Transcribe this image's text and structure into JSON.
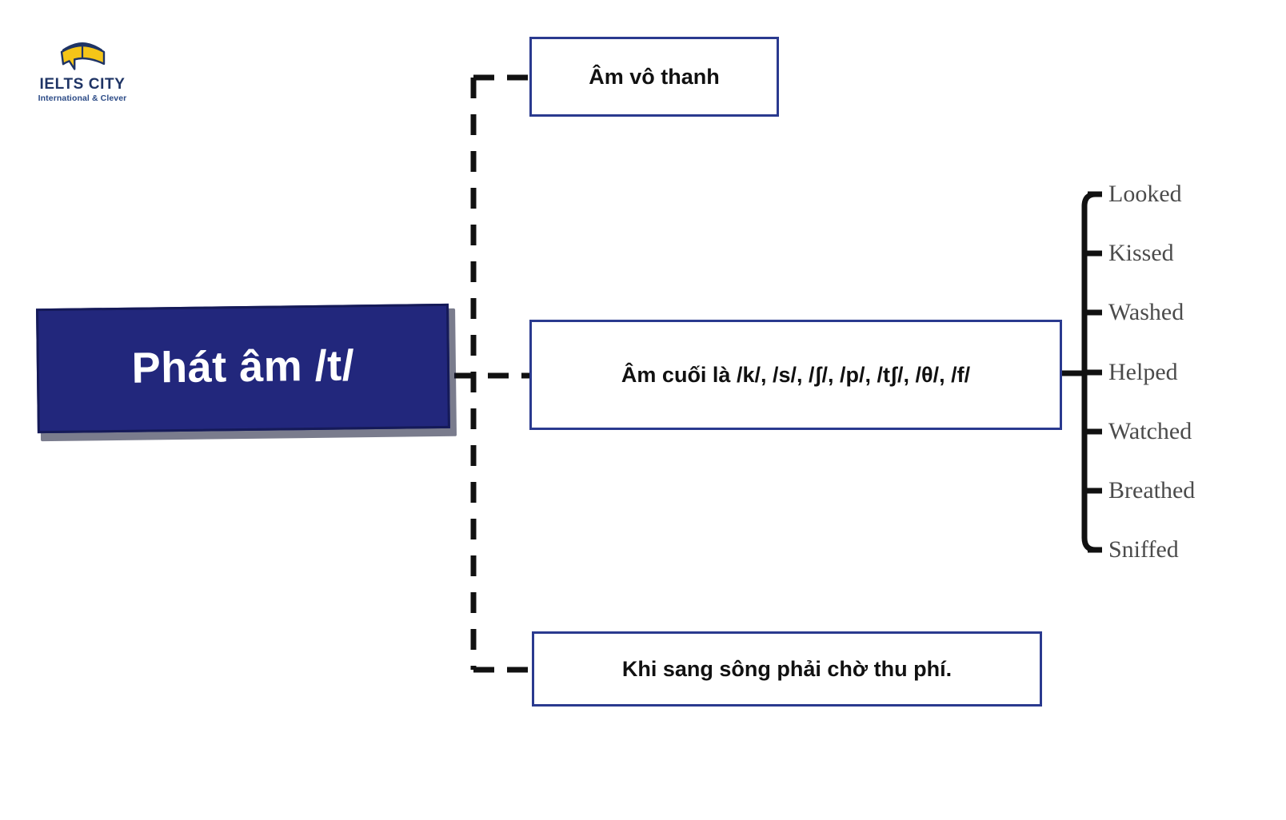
{
  "brand": {
    "name": "IELTS CITY",
    "tagline": "International & Clever",
    "icon": "book-speech-bubble-icon",
    "navy": "#1f3465",
    "yellow": "#f5c518"
  },
  "mindmap": {
    "root": {
      "label": "Phát âm /t/",
      "fill": "#22277c",
      "text_color": "#ffffff"
    },
    "branches": [
      {
        "id": "voiceless",
        "label": "Âm vô thanh"
      },
      {
        "id": "endings",
        "label": "Âm cuối là /k/, /s/, /ʃ/, /p/, /tʃ/, /θ/, /f/"
      },
      {
        "id": "mnemonic",
        "label": "Khi sang sông phải chờ thu phí."
      }
    ],
    "examples": {
      "parent": "endings",
      "items": [
        "Looked",
        "Kissed",
        "Washed",
        "Helped",
        "Watched",
        "Breathed",
        "Sniffed"
      ]
    },
    "colors": {
      "box_border": "#2a3a8f",
      "connector": "#111111",
      "leaf_text": "#4b4b4b",
      "background": "#ffffff"
    }
  }
}
